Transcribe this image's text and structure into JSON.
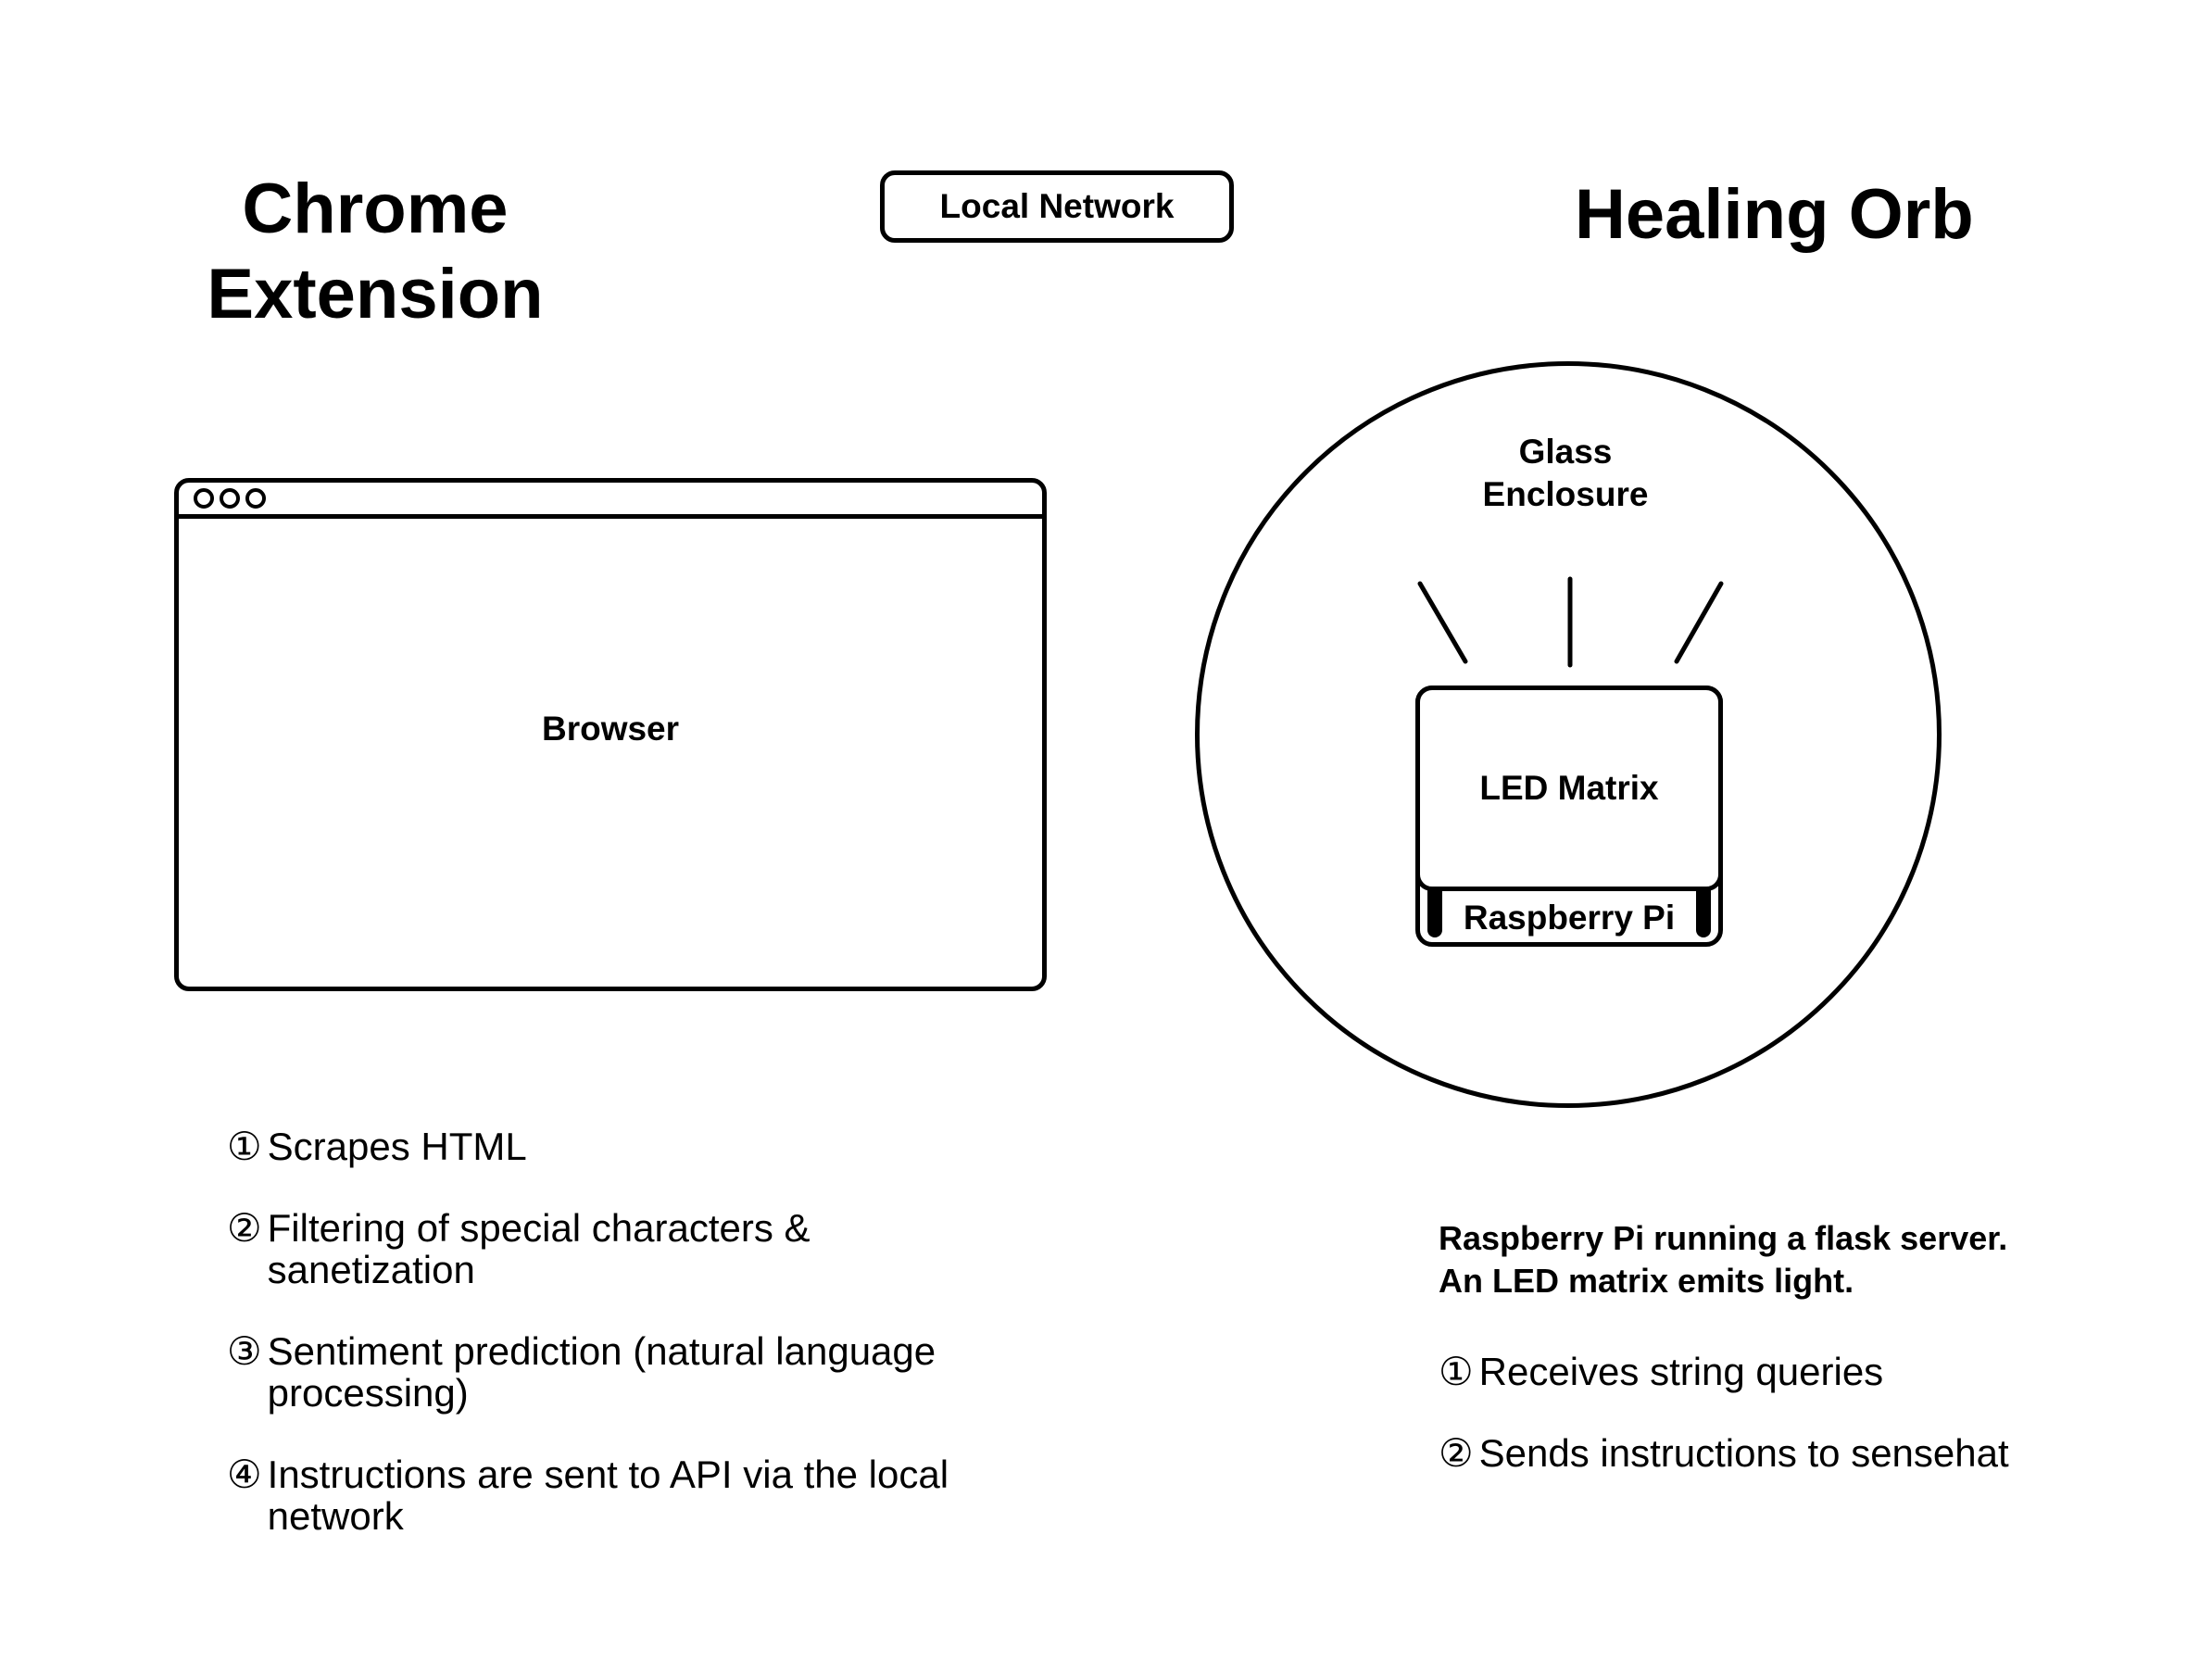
{
  "left_panel": {
    "title_lines": [
      "Chrome",
      "Extension"
    ],
    "browser_label": "Browser",
    "steps": [
      {
        "num": "①",
        "text": "Scrapes HTML"
      },
      {
        "num": "②",
        "text": "Filtering of special characters & sanetization"
      },
      {
        "num": "③",
        "text": "Sentiment prediction (natural language processing)"
      },
      {
        "num": "④",
        "text": "Instructions are sent to API via the local network"
      }
    ]
  },
  "network_label": "Local Network",
  "right_panel": {
    "title": "Healing Orb",
    "glass_label_lines": [
      "Glass",
      "Enclosure"
    ],
    "led_label": "LED Matrix",
    "pi_label": "Raspberry Pi",
    "description_lines": [
      "Raspberry Pi running a flask server.",
      "An LED matrix emits light."
    ],
    "steps": [
      {
        "num": "①",
        "text": "Receives string queries"
      },
      {
        "num": "②",
        "text": "Sends instructions to sensehat"
      }
    ]
  }
}
